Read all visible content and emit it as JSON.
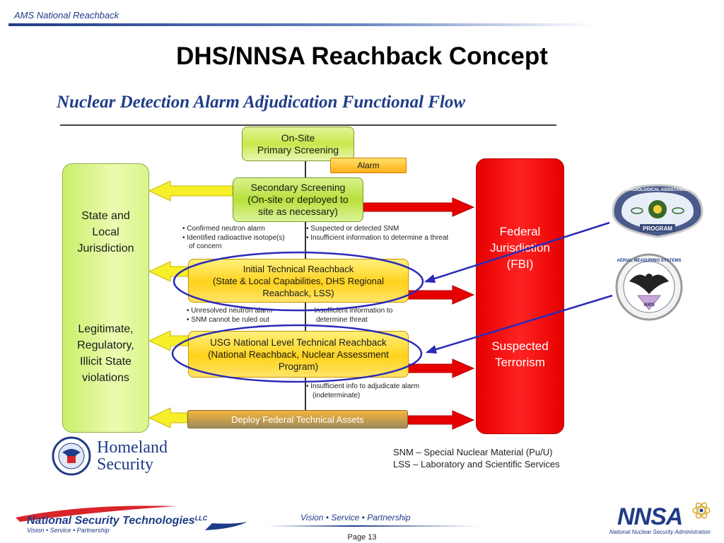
{
  "header": {
    "text": "AMS National Reachback"
  },
  "title": "DHS/NNSA Reachback Concept",
  "diagram": {
    "title": "Nuclear Detection Alarm Adjudication Functional Flow",
    "onsite": {
      "line1": "On-Site",
      "line2": "Primary Screening"
    },
    "alarm": "Alarm",
    "secondary": {
      "line1": "Secondary Screening",
      "line2": "(On-site or deployed to",
      "line3": "site as necessary)"
    },
    "notes_after_secondary_left": [
      "Confirmed neutron alarm",
      "Identified radioactive isotope(s)"
    ],
    "notes_after_secondary_left_cont": "of concern",
    "notes_after_secondary_right": [
      "Suspected or detected SNM",
      "Insufficient information to determine a threat"
    ],
    "initial": {
      "line1": "Initial Technical Reachback",
      "line2": "(State & Local Capabilities, DHS Regional",
      "line3": "Reachback, LSS)"
    },
    "notes_after_initial_left": [
      "Unresolved neutron alarm",
      "SNM cannot be ruled out"
    ],
    "notes_after_initial_right": [
      "Insufficient information to"
    ],
    "notes_after_initial_right_cont": "determine threat",
    "usg": {
      "line1": "USG National Level Technical Reachback",
      "line2": "(National Reachback, Nuclear Assessment",
      "line3": "Program)"
    },
    "notes_after_usg": [
      "Insufficient info to adjudicate alarm"
    ],
    "notes_after_usg_cont": "(indeterminate)",
    "deploy": "Deploy Federal Technical Assets",
    "state": {
      "line1": "State and",
      "line2": "Local",
      "line3": "Jurisdiction",
      "v1": "Legitimate,",
      "v2": "Regulatory,",
      "v3": "Illicit State",
      "v4": "violations"
    },
    "federal": {
      "line1": "Federal",
      "line2": "Jurisdiction",
      "line3": "(FBI)",
      "t1": "Suspected",
      "t2": "Terrorism"
    },
    "legend": {
      "snm": "SNM – Special Nuclear Material (Pu/U)",
      "lss": "LSS – Laboratory and Scientific Services"
    },
    "homeland": {
      "line1": "Homeland",
      "line2": "Security"
    },
    "rap_logo": {
      "ring_text": "RADIOLOGICAL ASSISTANCE",
      "banner": "PROGRAM"
    },
    "ams_logo": {
      "ring_text": "AERIAL MEASURING SYSTEMS",
      "center": "AMS"
    }
  },
  "footer": {
    "tagline": "Vision • Service • Partnership",
    "page": "Page 13",
    "nstec_name": "National Security Technologies",
    "nstec_llc": "LLC",
    "nstec_tagline": "Vision • Service • Partnership",
    "nnsa_text": "NNSA",
    "nnsa_sub": "National Nuclear Security Administration"
  },
  "colors": {
    "brand_blue": "#1f3c88",
    "federal_red": "#e60000",
    "state_green": "#c9ee6a",
    "reachback_yellow": "#ffd21c"
  }
}
